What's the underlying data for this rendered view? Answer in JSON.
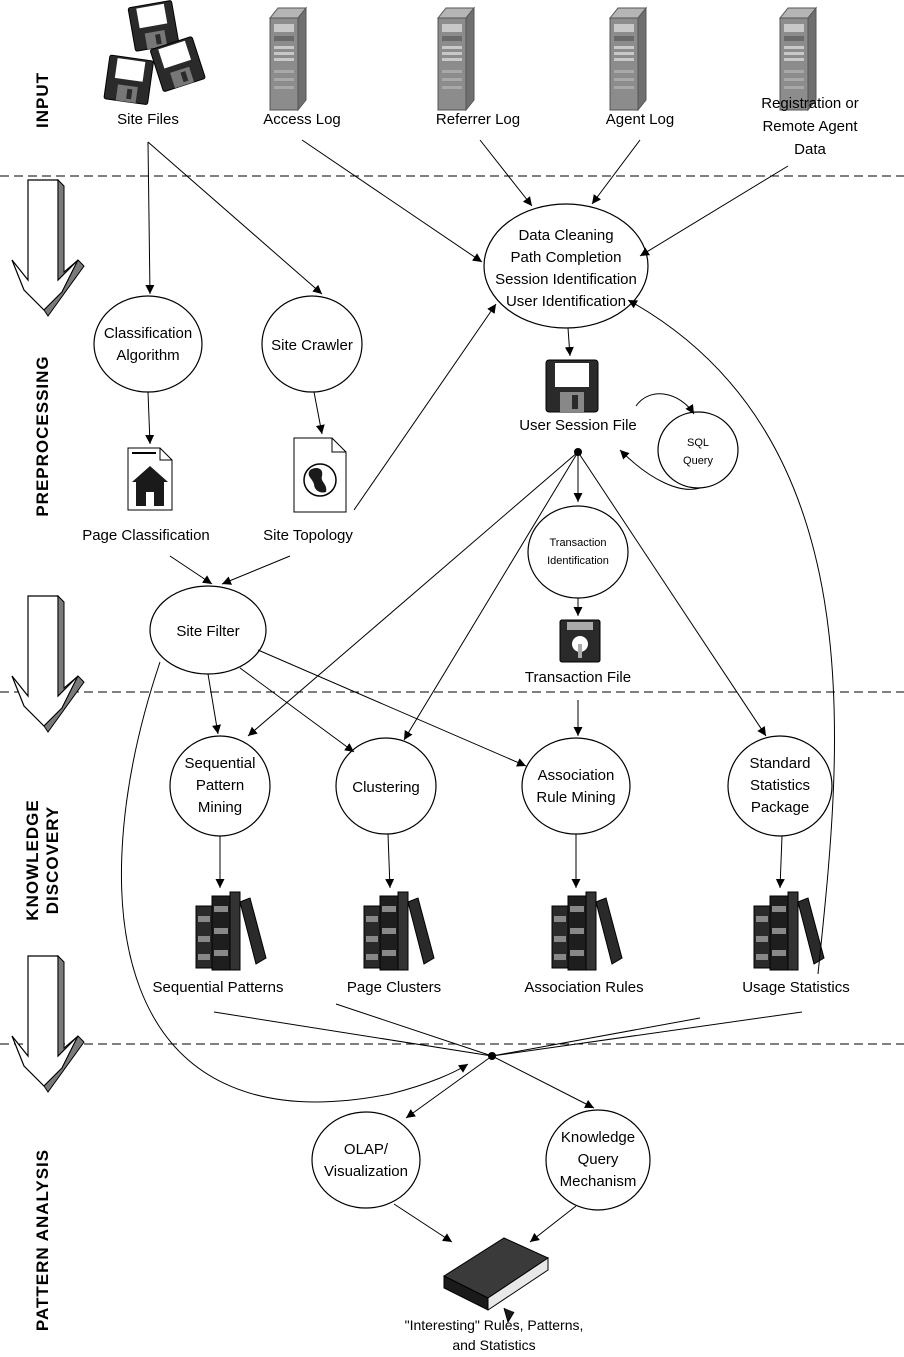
{
  "phases": {
    "input": "INPUT",
    "preprocessing": "PREPROCESSING",
    "knowledge_discovery_line1": "KNOWLEDGE",
    "knowledge_discovery_line2": "DISCOVERY",
    "pattern_analysis": "PATTERN ANALYSIS"
  },
  "inputs": {
    "site_files": "Site Files",
    "access_log": "Access Log",
    "referrer_log": "Referrer Log",
    "agent_log": "Agent Log",
    "registration_line1": "Registration or",
    "registration_line2": "Remote Agent",
    "registration_line3": "Data"
  },
  "preprocessing": {
    "cleaning_line1": "Data Cleaning",
    "cleaning_line2": "Path Completion",
    "cleaning_line3": "Session Identification",
    "cleaning_line4": "User Identification",
    "classification_line1": "Classification",
    "classification_line2": "Algorithm",
    "site_crawler": "Site Crawler",
    "page_classification": "Page Classification",
    "site_topology": "Site Topology",
    "user_session_file": "User Session File",
    "sql_line1": "SQL",
    "sql_line2": "Query",
    "transaction_line1": "Transaction",
    "transaction_line2": "Identification",
    "transaction_file": "Transaction File",
    "site_filter": "Site Filter"
  },
  "discovery": {
    "sequential_line1": "Sequential",
    "sequential_line2": "Pattern",
    "sequential_line3": "Mining",
    "clustering": "Clustering",
    "association_line1": "Association",
    "association_line2": "Rule Mining",
    "statistics_line1": "Standard",
    "statistics_line2": "Statistics",
    "statistics_line3": "Package",
    "sequential_patterns": "Sequential Patterns",
    "page_clusters": "Page Clusters",
    "association_rules": "Association Rules",
    "usage_statistics": "Usage Statistics"
  },
  "analysis": {
    "olap_line1": "OLAP/",
    "olap_line2": "Visualization",
    "kqm_line1": "Knowledge",
    "kqm_line2": "Query",
    "kqm_line3": "Mechanism",
    "output_line1": "\"Interesting\" Rules, Patterns,",
    "output_line2": "and Statistics"
  },
  "icons": [
    "floppy-disks-icon",
    "server-tower-icon",
    "floppy-disk-icon",
    "document-house-icon",
    "document-globe-icon",
    "books-icon",
    "closed-book-icon",
    "phase-arrow-icon"
  ],
  "colors": {
    "stroke": "#000000",
    "server_gray": "#8c8c8c",
    "book_dark": "#2a2a2a",
    "arrow_fill": "#ffffff"
  }
}
